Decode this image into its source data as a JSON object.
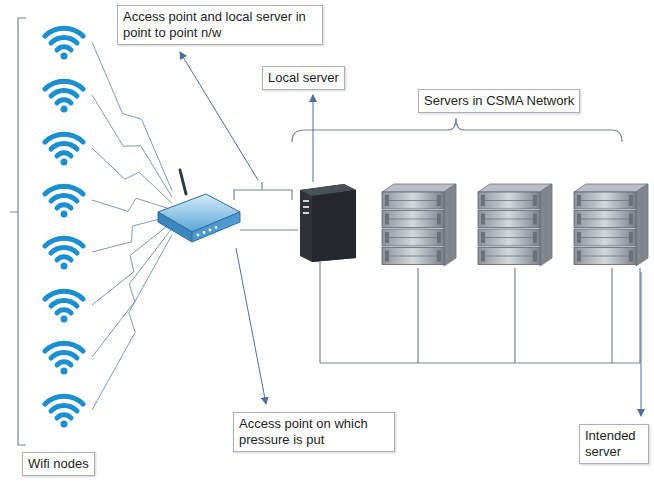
{
  "diagram": {
    "nodes": [
      {
        "text": [
          "Access point and local server in point to point n/w"
        ]
      },
      {
        "text": [
          "Local server"
        ]
      },
      {
        "text": [
          "Servers in CSMA Network"
        ]
      },
      {
        "text": [
          "Access point on which pressure is put"
        ]
      },
      {
        "text": [
          "Intended server"
        ]
      },
      {
        "text": [
          "Wifi nodes"
        ]
      }
    ]
  }
}
